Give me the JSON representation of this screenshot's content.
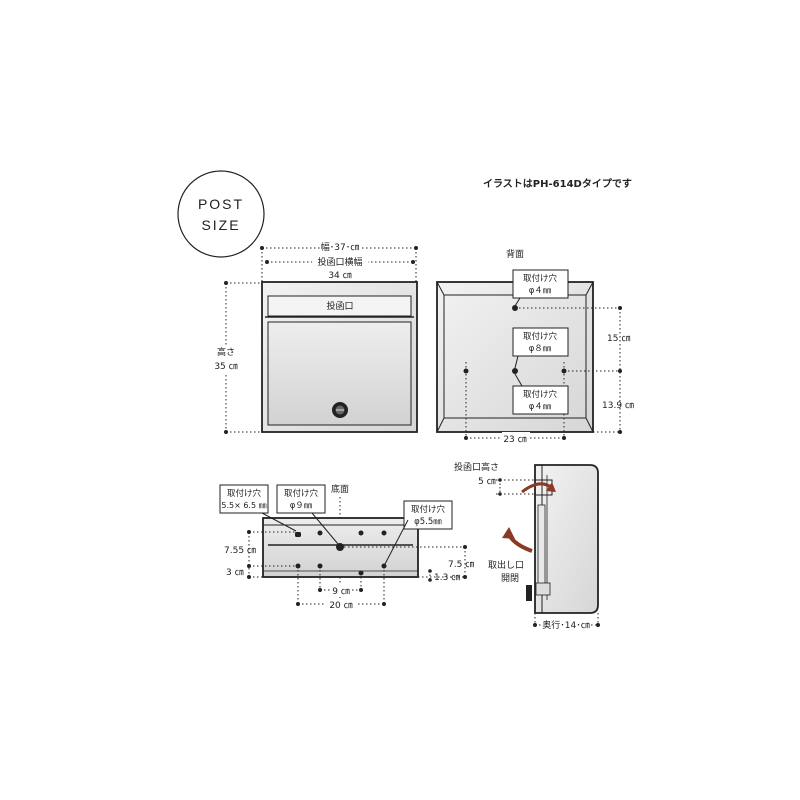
{
  "badge": {
    "line1": "POST",
    "line2": "SIZE"
  },
  "note": "イラストはPH-614Dタイプです",
  "front": {
    "width_label": "幅･37･㎝",
    "slot_width_label": "投函口横幅",
    "slot_width_value": "34 ㎝",
    "height_label": "高さ",
    "height_value": "35 ㎝",
    "slot_label": "投函口"
  },
  "back": {
    "title": "背面",
    "hole_top": {
      "title": "取付け穴",
      "size": "φ４㎜"
    },
    "hole_mid": {
      "title": "取付け穴",
      "size": "φ８㎜"
    },
    "hole_low": {
      "title": "取付け穴",
      "size": "φ４㎜"
    },
    "dim_upper": "15 ㎝",
    "dim_lower": "13.9 ㎝",
    "dim_width": "23 ㎝"
  },
  "bottom": {
    "title": "底面",
    "hole_a": {
      "title": "取付け穴",
      "size": "5.5× 6.5 ㎜"
    },
    "hole_b": {
      "title": "取付け穴",
      "size": "φ９㎜"
    },
    "hole_c": {
      "title": "取付け穴",
      "size": "φ5.5㎜"
    },
    "dim_left_upper": "7.55 ㎝",
    "dim_left_lower": "3 ㎝",
    "dim_right_upper": "7.5 ㎝",
    "dim_right_lower": "1.3 ㎝",
    "dim_inner": "9 ㎝",
    "dim_outer": "20 ㎝"
  },
  "side": {
    "slot_height_label": "投函口高さ",
    "slot_height_value": "5 ㎝",
    "takeout_label": "取出し口",
    "takeout_action": "開閉",
    "depth_label": "奥行･14･㎝"
  },
  "colors": {
    "line": "#222222",
    "box_fill": "#e6e6e6",
    "arrow": "#8a3a24"
  }
}
